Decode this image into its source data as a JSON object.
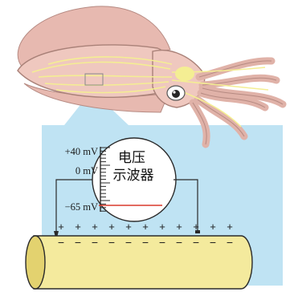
{
  "scale": {
    "top_label": "+40 mV",
    "zero_label": "0 mV",
    "bottom_label": "−65 mV",
    "trace_level_mv": -65
  },
  "instrument": {
    "line1": "电压",
    "line2": "示波器"
  },
  "membrane": {
    "outside_sign": "+",
    "inside_sign": "−"
  },
  "colors": {
    "panel": "#bfe3f3",
    "body": "#efc8bf",
    "nerve": "#f4ee93",
    "axon": "#f4ea9d",
    "trace": "#d93a2b"
  }
}
